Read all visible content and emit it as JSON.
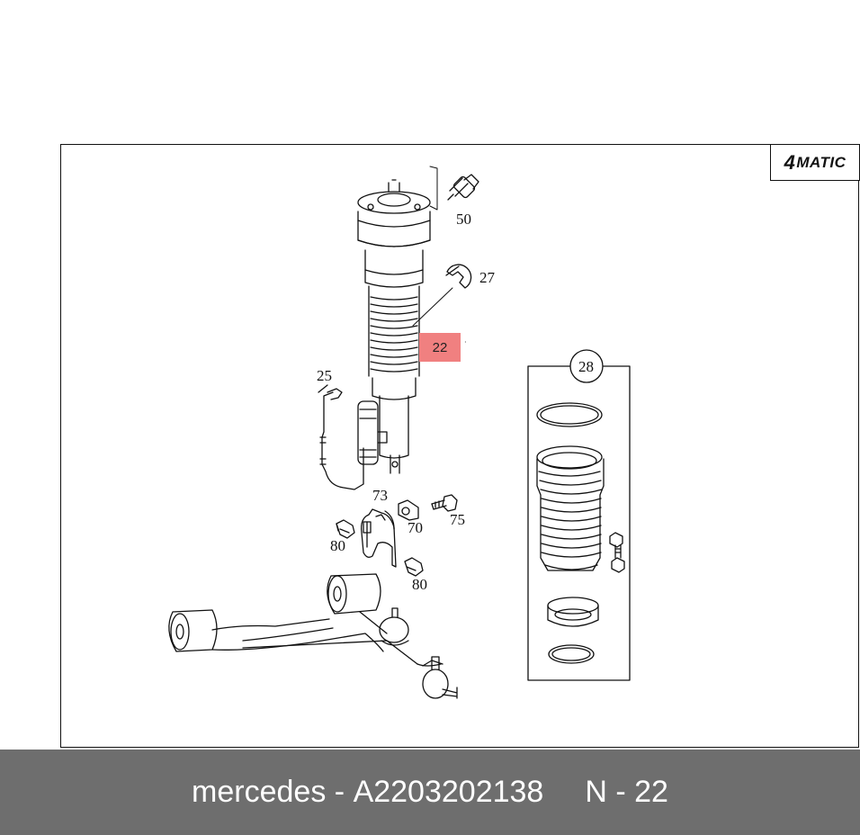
{
  "diagram": {
    "logo": {
      "prefix": "4",
      "text": "MATIC"
    },
    "callouts": {
      "c50": "50",
      "c27": "27",
      "c22": "22",
      "c25": "25",
      "c28": "28",
      "c73": "73",
      "c70": "70",
      "c75": "75",
      "c80a": "80",
      "c80b": "80"
    },
    "highlight_color": "#f08080"
  },
  "caption": {
    "brand": "mercedes",
    "separator": "-",
    "part_number": "A2203202138",
    "position": "N - 22"
  }
}
